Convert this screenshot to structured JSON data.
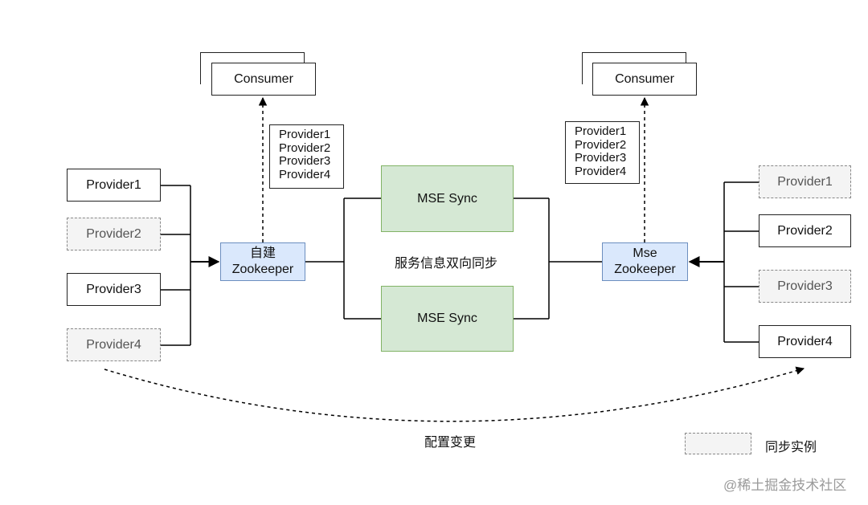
{
  "left": {
    "consumer": "Consumer",
    "provider_list": [
      "Provider1",
      "Provider2",
      "Provider3",
      "Provider4"
    ],
    "providers": [
      {
        "label": "Provider1",
        "synced": false
      },
      {
        "label": "Provider2",
        "synced": true
      },
      {
        "label": "Provider3",
        "synced": false
      },
      {
        "label": "Provider4",
        "synced": true
      }
    ],
    "zookeeper": {
      "line1": "自建",
      "line2": "Zookeeper"
    }
  },
  "center": {
    "sync_top": "MSE Sync",
    "sync_bottom": "MSE Sync",
    "label": "服务信息双向同步"
  },
  "right": {
    "consumer": "Consumer",
    "provider_list": [
      "Provider1",
      "Provider2",
      "Provider3",
      "Provider4"
    ],
    "providers": [
      {
        "label": "Provider1",
        "synced": true
      },
      {
        "label": "Provider2",
        "synced": false
      },
      {
        "label": "Provider3",
        "synced": true
      },
      {
        "label": "Provider4",
        "synced": false
      }
    ],
    "zookeeper": {
      "line1": "Mse",
      "line2": "Zookeeper"
    }
  },
  "config_change_label": "配置变更",
  "legend": {
    "label": "同步实例"
  },
  "watermark": "@稀土掘金技术社区",
  "colors": {
    "zookeeper_fill": "#dae8fc",
    "zookeeper_stroke": "#6c8ebf",
    "sync_fill": "#d5e8d4",
    "sync_stroke": "#82b366",
    "synced_fill": "#f4f4f4",
    "synced_stroke": "#888888"
  }
}
